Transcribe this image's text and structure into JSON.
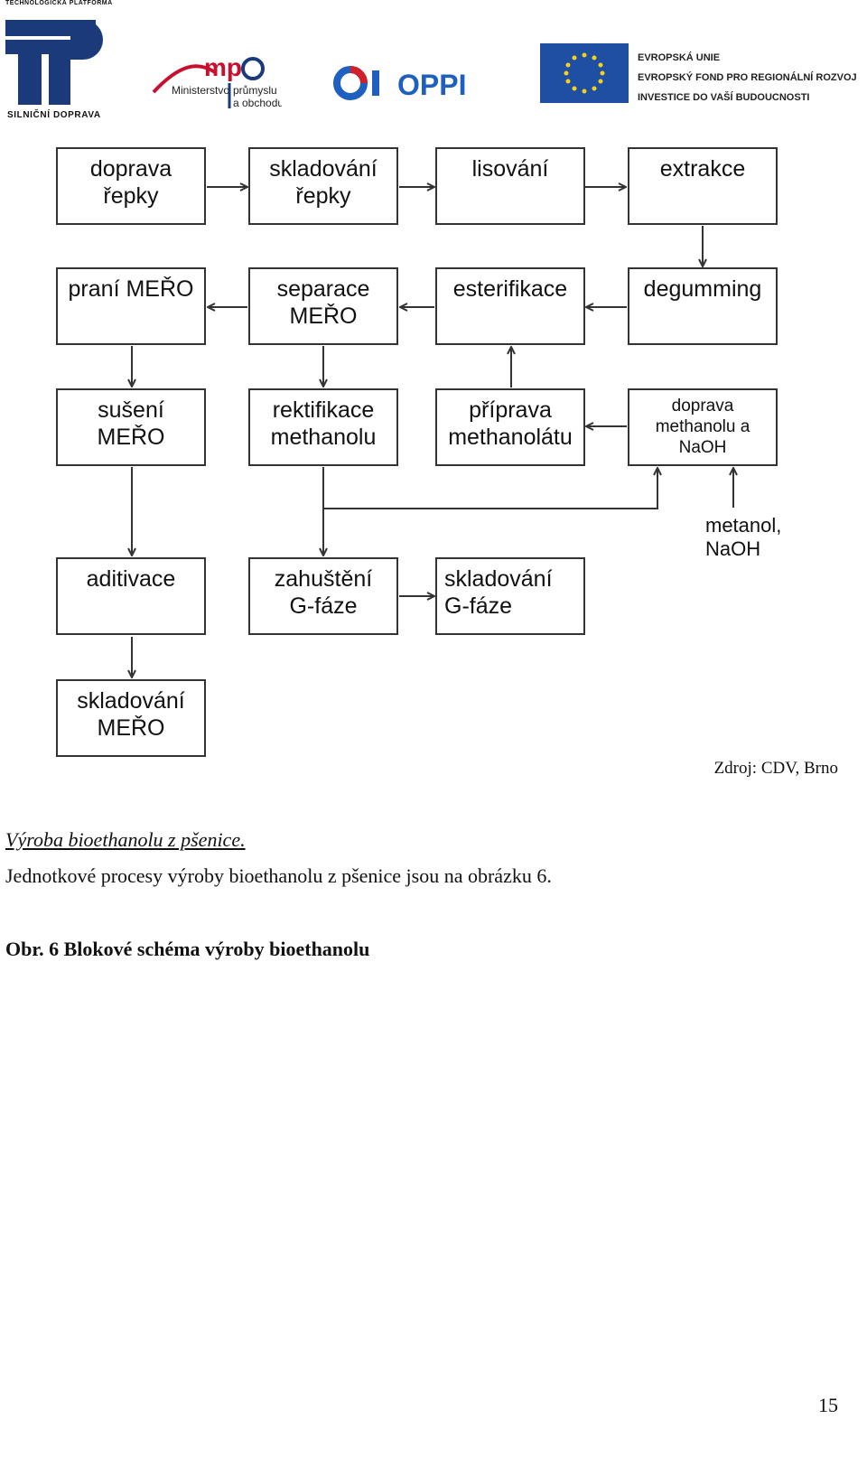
{
  "header": {
    "tp_top": "TECHNOLOGICKÁ PLATFORMA",
    "tp_bottom": "SILNIČNÍ DOPRAVA",
    "mpo_line1": "Ministerstvo",
    "mpo_line2": "průmyslu",
    "mpo_line3": "a obchodu",
    "oppi": "OPPI",
    "eu_line1": "EVROPSKÁ UNIE",
    "eu_line2": "EVROPSKÝ FOND PRO REGIONÁLNÍ ROZVOJ",
    "eu_line3": "INVESTICE DO VAŠÍ BUDOUCNOSTI"
  },
  "diagram": {
    "boxes": {
      "doprava_repky": "doprava\nřepky",
      "skladovani_repky": "skladování\nřepky",
      "lisovani": "lisování",
      "extrakce": "extrakce",
      "prani_mero": "praní MEŘO",
      "separace_mero": "separace\nMEŘO",
      "esterifikace": "esterifikace",
      "degumming": "degumming",
      "suseni_mero": "sušení\nMEŘO",
      "rektifikace": "rektifikace\nmethanolu",
      "priprava": "příprava\nmethanolátu",
      "doprava_methanolu": "doprava\nmethanolu a\nNaOH",
      "aditivace": "aditivace",
      "zahusteni": "zahuštění\nG-fáze",
      "skladovani_gfaze": "skladování\nG-fáze",
      "skladovani_mero": "skladování\nMEŘO"
    },
    "input_label": "metanol,\nNaOH"
  },
  "source": "Zdroj: CDV, Brno",
  "section_title": "Výroba bioethanolu z pšenice.",
  "paragraph": "Jednotkové procesy výroby bioethanolu z pšenice jsou na obrázku 6.",
  "caption": "Obr. 6 Blokové schéma výroby bioethanolu",
  "page_number": "15"
}
